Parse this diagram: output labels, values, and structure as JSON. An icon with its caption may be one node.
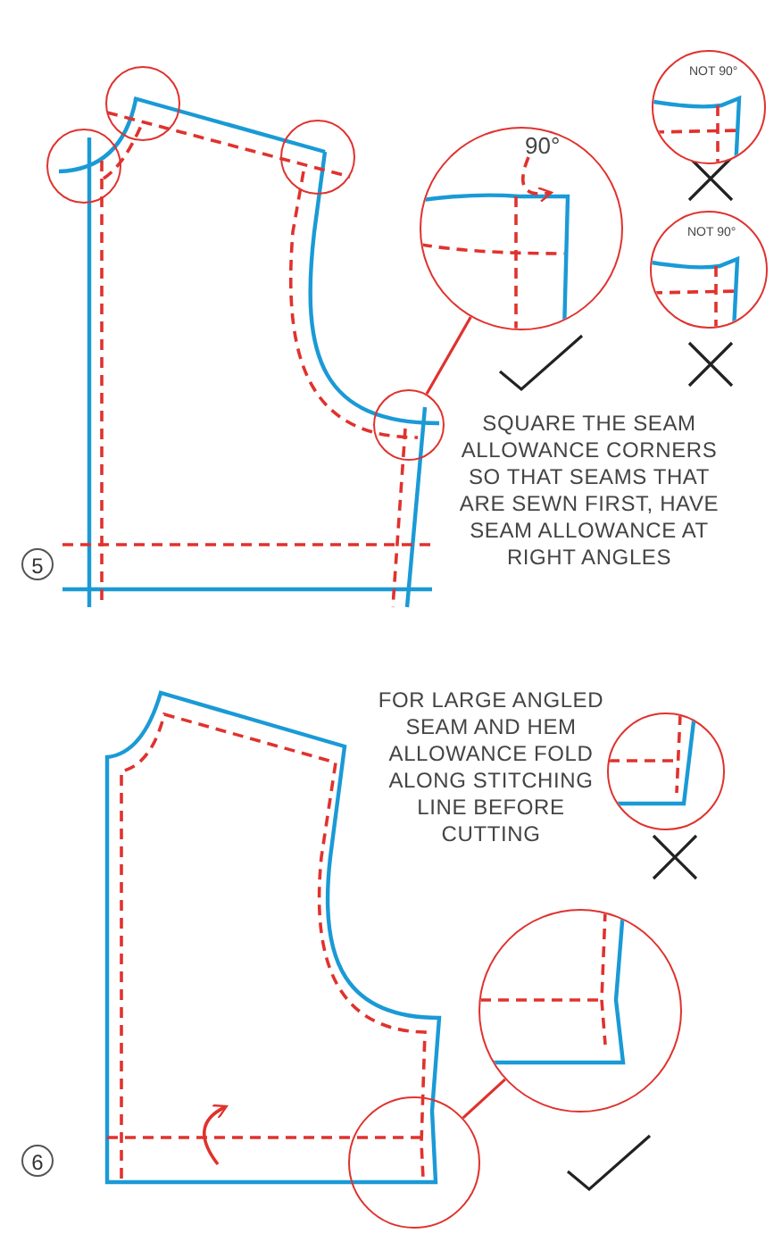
{
  "diagram": {
    "nodes": [
      {
        "text": [],
        "shape": "circle"
      },
      {
        "text": [
          "NOT 90°"
        ]
      },
      {
        "text": [],
        "shape": "circle"
      },
      {
        "text": [],
        "shape": "circle"
      },
      {
        "text": [
          "90°"
        ]
      },
      {
        "text": [
          "NOT 90°"
        ]
      },
      {
        "text": [],
        "shape": "circle"
      },
      {
        "text": [],
        "shape": "circle"
      },
      {
        "text": [],
        "shape": "circle"
      },
      {
        "text": [],
        "shape": "circle"
      }
    ],
    "edges": [
      {
        "from": 6,
        "to": 4,
        "arrow": "none"
      },
      {
        "from": 9,
        "to": 8,
        "arrow": "none"
      }
    ],
    "labels": [
      "SQUARE THE SEAM ALLOWANCE CORNERS SO THAT SEAMS THAT ARE SEWN FIRST, HAVE SEAM ALLOWANCE AT RIGHT ANGLES",
      "5",
      "FOR LARGE ANGLED SEAM AND HEM ALLOWANCE FOLD ALONG STITCHING LINE BEFORE CUTTING",
      "6"
    ]
  }
}
